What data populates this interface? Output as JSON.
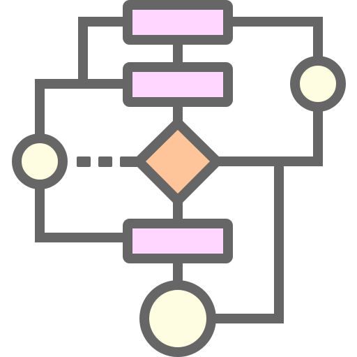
{
  "diagram": {
    "kind": "flowchart-icon",
    "colors": {
      "stroke": "#666666",
      "process_fill": "#FFD6FF",
      "decision_fill": "#FFC59A",
      "terminator_fill": "#FFFDE1",
      "background": "#FFFFFF"
    },
    "nodes": [
      {
        "id": "process-top",
        "shape": "rectangle",
        "label": ""
      },
      {
        "id": "process-second",
        "shape": "rectangle",
        "label": ""
      },
      {
        "id": "decision",
        "shape": "diamond",
        "label": ""
      },
      {
        "id": "process-bottom",
        "shape": "rectangle",
        "label": ""
      },
      {
        "id": "connector-left",
        "shape": "circle",
        "label": ""
      },
      {
        "id": "connector-right",
        "shape": "circle",
        "label": ""
      },
      {
        "id": "terminator-bottom",
        "shape": "circle",
        "label": ""
      }
    ],
    "edges": [
      {
        "from": "process-top",
        "to": "process-second",
        "style": "solid"
      },
      {
        "from": "process-top",
        "to": "connector-right",
        "style": "solid"
      },
      {
        "from": "connector-right",
        "to": "decision",
        "style": "solid"
      },
      {
        "from": "process-second",
        "to": "decision",
        "style": "solid"
      },
      {
        "from": "process-second",
        "to": "connector-left",
        "style": "solid"
      },
      {
        "from": "connector-left",
        "to": "decision",
        "style": "dashed"
      },
      {
        "from": "connector-left",
        "to": "process-bottom",
        "style": "solid"
      },
      {
        "from": "decision",
        "to": "process-bottom",
        "style": "solid"
      },
      {
        "from": "process-bottom",
        "to": "terminator-bottom",
        "style": "solid"
      },
      {
        "from": "decision",
        "to": "terminator-bottom",
        "style": "solid"
      }
    ]
  }
}
